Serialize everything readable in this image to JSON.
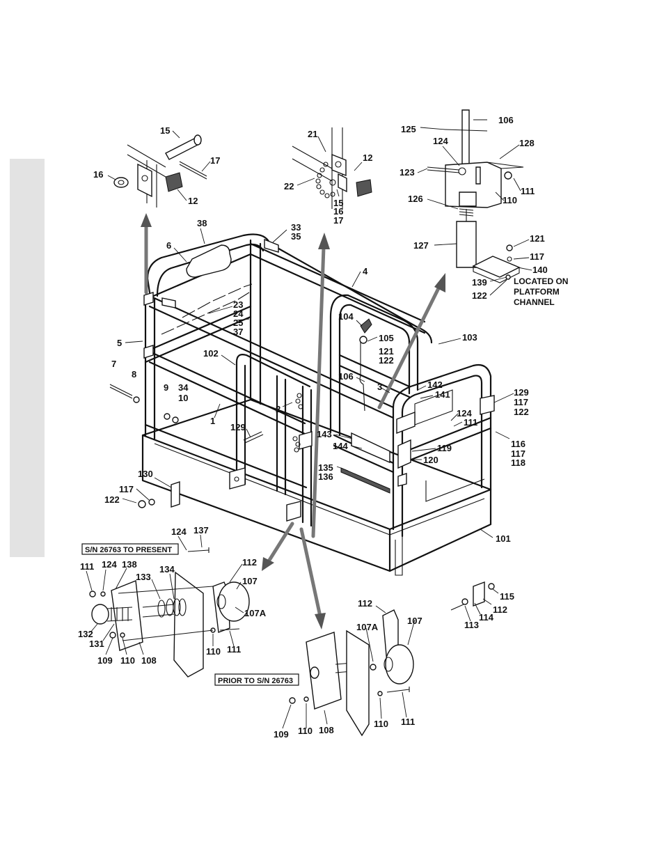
{
  "labels": [
    {
      "id": "15a",
      "text": "15"
    },
    {
      "id": "17a",
      "text": "17"
    },
    {
      "id": "16a",
      "text": "16"
    },
    {
      "id": "12a",
      "text": "12"
    },
    {
      "id": "21",
      "text": "21"
    },
    {
      "id": "12b",
      "text": "12"
    },
    {
      "id": "22",
      "text": "22"
    },
    {
      "id": "15b",
      "text": "15"
    },
    {
      "id": "16b",
      "text": "16"
    },
    {
      "id": "17b",
      "text": "17"
    },
    {
      "id": "125",
      "text": "125"
    },
    {
      "id": "106a",
      "text": "106"
    },
    {
      "id": "124a",
      "text": "124"
    },
    {
      "id": "128",
      "text": "128"
    },
    {
      "id": "123",
      "text": "123"
    },
    {
      "id": "111a",
      "text": "111"
    },
    {
      "id": "110a",
      "text": "110"
    },
    {
      "id": "126",
      "text": "126"
    },
    {
      "id": "127",
      "text": "127"
    },
    {
      "id": "121a",
      "text": "121"
    },
    {
      "id": "117a",
      "text": "117"
    },
    {
      "id": "140",
      "text": "140"
    },
    {
      "id": "139",
      "text": "139"
    },
    {
      "id": "122a",
      "text": "122"
    },
    {
      "id": "38",
      "text": "38"
    },
    {
      "id": "33",
      "text": "33"
    },
    {
      "id": "35",
      "text": "35"
    },
    {
      "id": "6",
      "text": "6"
    },
    {
      "id": "4",
      "text": "4"
    },
    {
      "id": "23",
      "text": "23"
    },
    {
      "id": "24",
      "text": "24"
    },
    {
      "id": "25",
      "text": "25"
    },
    {
      "id": "37",
      "text": "37"
    },
    {
      "id": "104",
      "text": "104"
    },
    {
      "id": "105",
      "text": "105"
    },
    {
      "id": "121b",
      "text": "121"
    },
    {
      "id": "122b",
      "text": "122"
    },
    {
      "id": "103",
      "text": "103"
    },
    {
      "id": "5",
      "text": "5"
    },
    {
      "id": "102",
      "text": "102"
    },
    {
      "id": "106b",
      "text": "106"
    },
    {
      "id": "3",
      "text": "3"
    },
    {
      "id": "7",
      "text": "7"
    },
    {
      "id": "8",
      "text": "8"
    },
    {
      "id": "142",
      "text": "142"
    },
    {
      "id": "141",
      "text": "141"
    },
    {
      "id": "9",
      "text": "9"
    },
    {
      "id": "34",
      "text": "34"
    },
    {
      "id": "10",
      "text": "10"
    },
    {
      "id": "2",
      "text": "2"
    },
    {
      "id": "129a",
      "text": "129"
    },
    {
      "id": "117b",
      "text": "117"
    },
    {
      "id": "122c",
      "text": "122"
    },
    {
      "id": "124b",
      "text": "124"
    },
    {
      "id": "111b",
      "text": "111"
    },
    {
      "id": "1",
      "text": "1"
    },
    {
      "id": "129b",
      "text": "129"
    },
    {
      "id": "143",
      "text": "143"
    },
    {
      "id": "144",
      "text": "144"
    },
    {
      "id": "119",
      "text": "119"
    },
    {
      "id": "116",
      "text": "116"
    },
    {
      "id": "117c",
      "text": "117"
    },
    {
      "id": "118",
      "text": "118"
    },
    {
      "id": "120",
      "text": "120"
    },
    {
      "id": "135",
      "text": "135"
    },
    {
      "id": "136",
      "text": "136"
    },
    {
      "id": "130",
      "text": "130"
    },
    {
      "id": "117d",
      "text": "117"
    },
    {
      "id": "122d",
      "text": "122"
    },
    {
      "id": "124c",
      "text": "124"
    },
    {
      "id": "137",
      "text": "137"
    },
    {
      "id": "101",
      "text": "101"
    },
    {
      "id": "111c",
      "text": "111"
    },
    {
      "id": "124d",
      "text": "124"
    },
    {
      "id": "138",
      "text": "138"
    },
    {
      "id": "133",
      "text": "133"
    },
    {
      "id": "134",
      "text": "134"
    },
    {
      "id": "112a",
      "text": "112"
    },
    {
      "id": "107a",
      "text": "107"
    },
    {
      "id": "107Aa",
      "text": "107A"
    },
    {
      "id": "132",
      "text": "132"
    },
    {
      "id": "131",
      "text": "131"
    },
    {
      "id": "109a",
      "text": "109"
    },
    {
      "id": "110b",
      "text": "110"
    },
    {
      "id": "108a",
      "text": "108"
    },
    {
      "id": "110c",
      "text": "110"
    },
    {
      "id": "111d",
      "text": "111"
    },
    {
      "id": "115",
      "text": "115"
    },
    {
      "id": "112b",
      "text": "112"
    },
    {
      "id": "113",
      "text": "113"
    },
    {
      "id": "114",
      "text": "114"
    },
    {
      "id": "112c",
      "text": "112"
    },
    {
      "id": "107Ab",
      "text": "107A"
    },
    {
      "id": "107b",
      "text": "107"
    },
    {
      "id": "109b",
      "text": "109"
    },
    {
      "id": "110d",
      "text": "110"
    },
    {
      "id": "108b",
      "text": "108"
    },
    {
      "id": "110e",
      "text": "110"
    },
    {
      "id": "111e",
      "text": "111"
    }
  ],
  "note": {
    "line1": "LOCATED ON",
    "line2": "PLATFORM",
    "line3": "CHANNEL"
  },
  "boxes": {
    "sn_present": "S/N 26763 TO PRESENT",
    "sn_prior": "PRIOR TO S/N 26763"
  }
}
